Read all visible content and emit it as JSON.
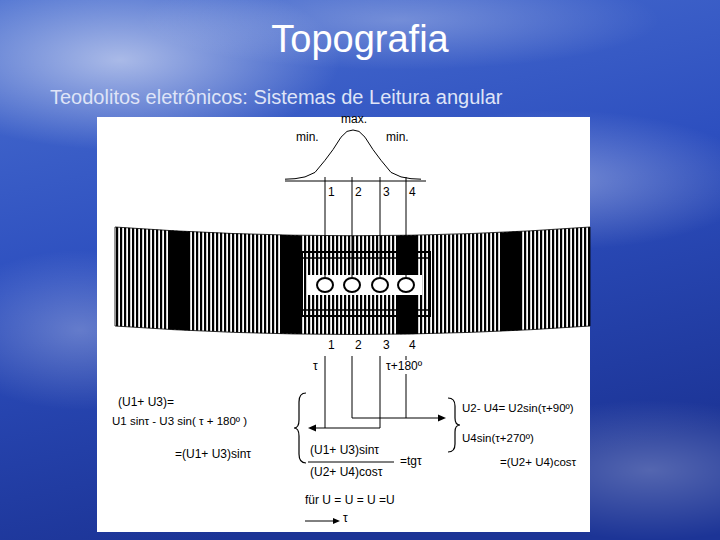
{
  "diagram": {
    "title": "Topografia",
    "labels": [
      "Teodolitos eletrônicos: Sistemas de Leitura angular",
      "max.",
      "min.",
      "min.",
      "1",
      "2",
      "3",
      "4",
      "1",
      "2",
      "3",
      "4",
      "τ",
      "τ+180º",
      "(U1+ U3)=",
      "U1 sinτ - U3 sin( τ + 180º )",
      "=(U1+ U3)sinτ",
      "(U1+ U3)sinτ",
      "(U2+ U4)cosτ",
      "=tgτ",
      "U2- U4= U2sin(τ+90º)",
      "U4sin(τ+270º)",
      "=(U2+ U4)cosτ",
      "für U = U = U =U",
      "τ"
    ]
  }
}
